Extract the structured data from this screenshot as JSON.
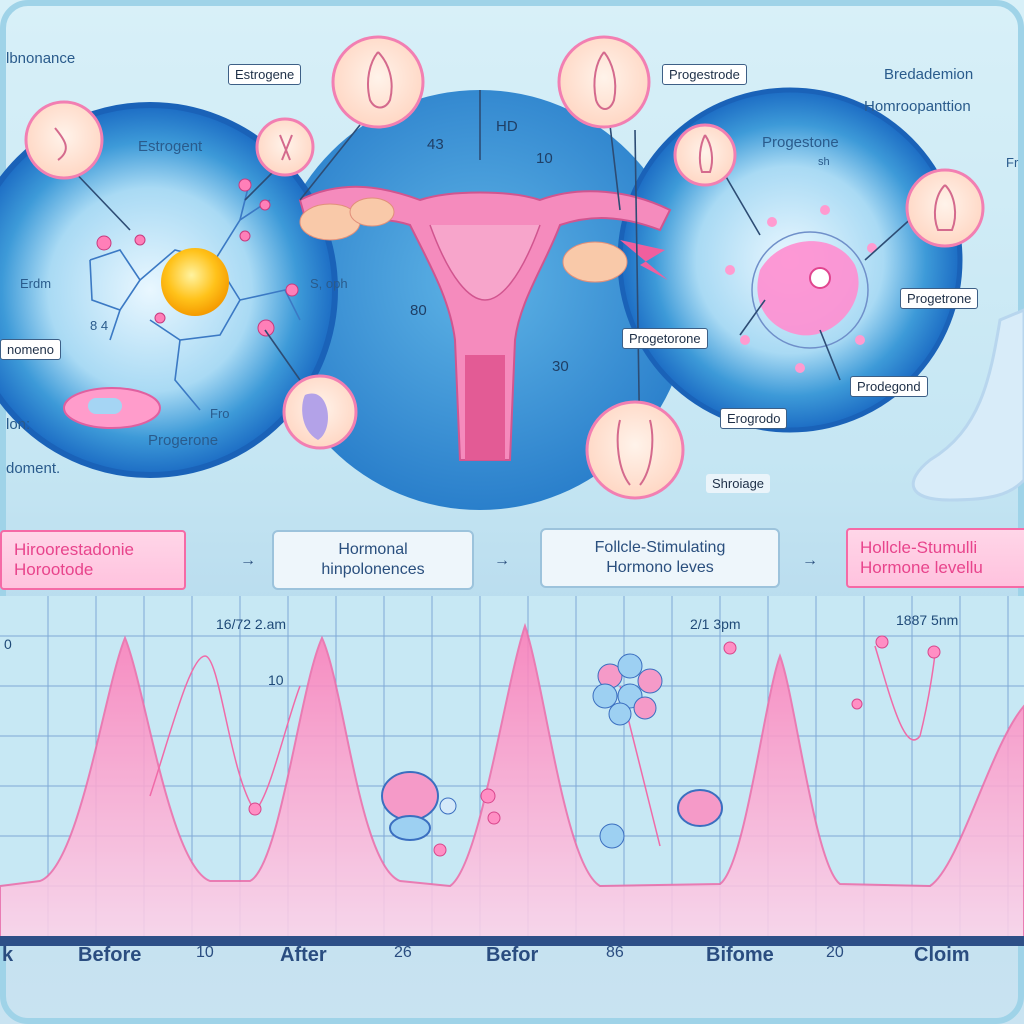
{
  "header": {
    "top_left": "lbnonance",
    "top_right_1": "Bredademion",
    "top_right_2": "Homroopanttion",
    "side_ion": "lon:",
    "side_doment": "doment.",
    "edge_fr": "Fr"
  },
  "left_panel": {
    "title": "Estrogent",
    "lbl_erdm": "Erdm",
    "lbl_sroph": "S, oph",
    "lbl_84": "8 4",
    "lbl_fro": "Fro",
    "lbl_progerone": "Progerone",
    "box_nomeno": "nomeno"
  },
  "center_panel": {
    "box_estrogene": "Estrogene",
    "box_progestrode": "Progestrode",
    "num_43": "43",
    "num_hd": "HD",
    "num_10": "10",
    "num_80": "80",
    "num_30": "30",
    "box_shroiage": "Shroiage"
  },
  "right_panel": {
    "title": "Progestone",
    "sub": "sh",
    "box_progetrone": "Progetrone",
    "box_progetorone": "Progetorone",
    "box_prodegond": "Prodegond",
    "box_erogrodo": "Erogrodo"
  },
  "flow": {
    "box1": "Hiroorestadonie\nHorootode",
    "box2": "Hormonal\nhinpolonences",
    "box3": "Follcle-Stimulating\nHormono leves",
    "box4": "Hollcle-Stumulli\nHormone levellu"
  },
  "chart": {
    "ann_1": "16/72 2.am",
    "ann_2": "2/1 3pm",
    "ann_3": "1887 5nm",
    "ann_10": "10",
    "ann_0": "0",
    "x_labels": [
      "k",
      "Before",
      "10",
      "After",
      "26",
      "Befor",
      "86",
      "Bifome",
      "20",
      "Cloim"
    ]
  },
  "colors": {
    "pink": "#f06aa8",
    "blue": "#1f6fc9",
    "grid": "#7fa9d6"
  }
}
